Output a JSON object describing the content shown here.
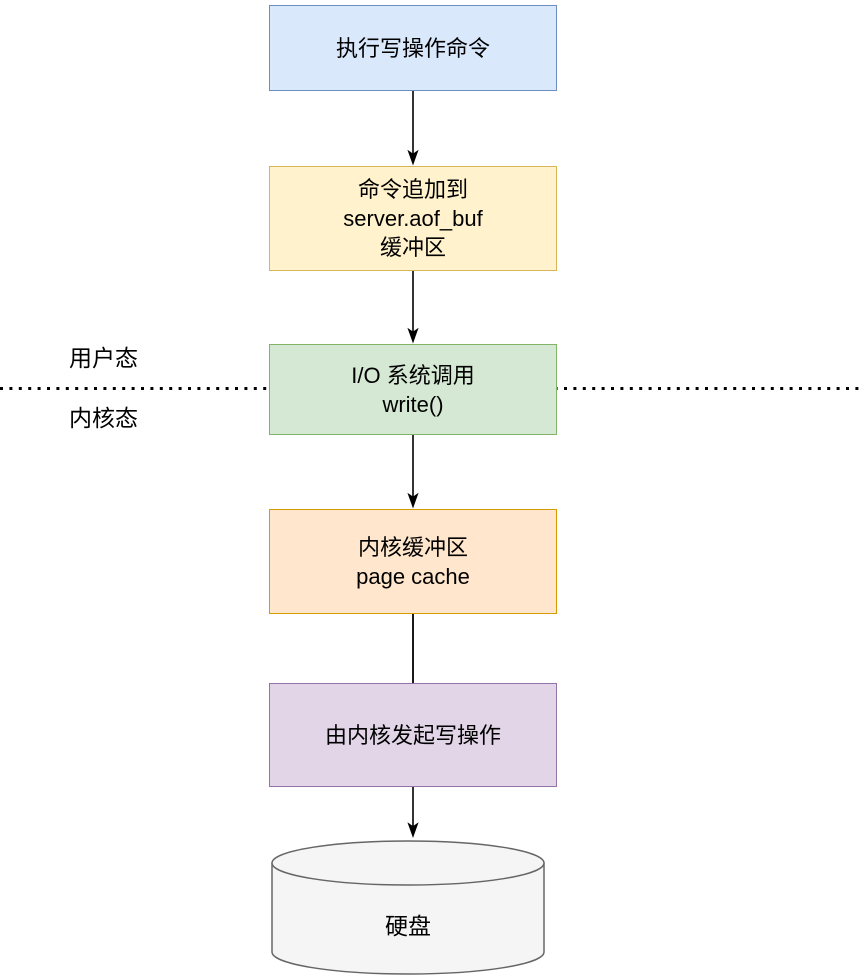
{
  "diagram": {
    "type": "flowchart",
    "background": "#ffffff"
  },
  "colors": {
    "connector": "#000000",
    "divider": "#000000",
    "text": "#000000"
  },
  "divider": {
    "style": "dotted",
    "label_above": "用户态",
    "label_below": "内核态"
  },
  "nodes": {
    "execute": {
      "label": "执行写操作命令",
      "shape": "rectangle",
      "fill": "#dae8fc",
      "stroke": "#6c8ebf"
    },
    "aof_buf": {
      "label": "命令追加到\nserver.aof_buf\n缓冲区",
      "shape": "rectangle",
      "fill": "#fff2cc",
      "stroke": "#d6b656"
    },
    "syscall": {
      "label": "I/O 系统调用\nwrite()",
      "shape": "rectangle",
      "fill": "#d5e8d4",
      "stroke": "#82b366"
    },
    "page_cache": {
      "label": "内核缓冲区\npage cache",
      "shape": "rectangle",
      "fill": "#ffe6cc",
      "stroke": "#d79b00"
    },
    "kernel_write": {
      "label": "由内核发起写操作",
      "shape": "rectangle",
      "fill": "#e1d5e7",
      "stroke": "#9673a6"
    },
    "disk": {
      "label": "硬盘",
      "shape": "cylinder",
      "fill": "#f5f5f5",
      "stroke": "#666666"
    }
  },
  "edges": [
    {
      "from": "execute",
      "to": "aof_buf",
      "arrowhead": true
    },
    {
      "from": "aof_buf",
      "to": "syscall",
      "arrowhead": true
    },
    {
      "from": "syscall",
      "to": "page_cache",
      "arrowhead": true
    },
    {
      "from": "page_cache",
      "to": "kernel_write",
      "arrowhead": false
    },
    {
      "from": "kernel_write",
      "to": "disk",
      "arrowhead": true
    }
  ]
}
